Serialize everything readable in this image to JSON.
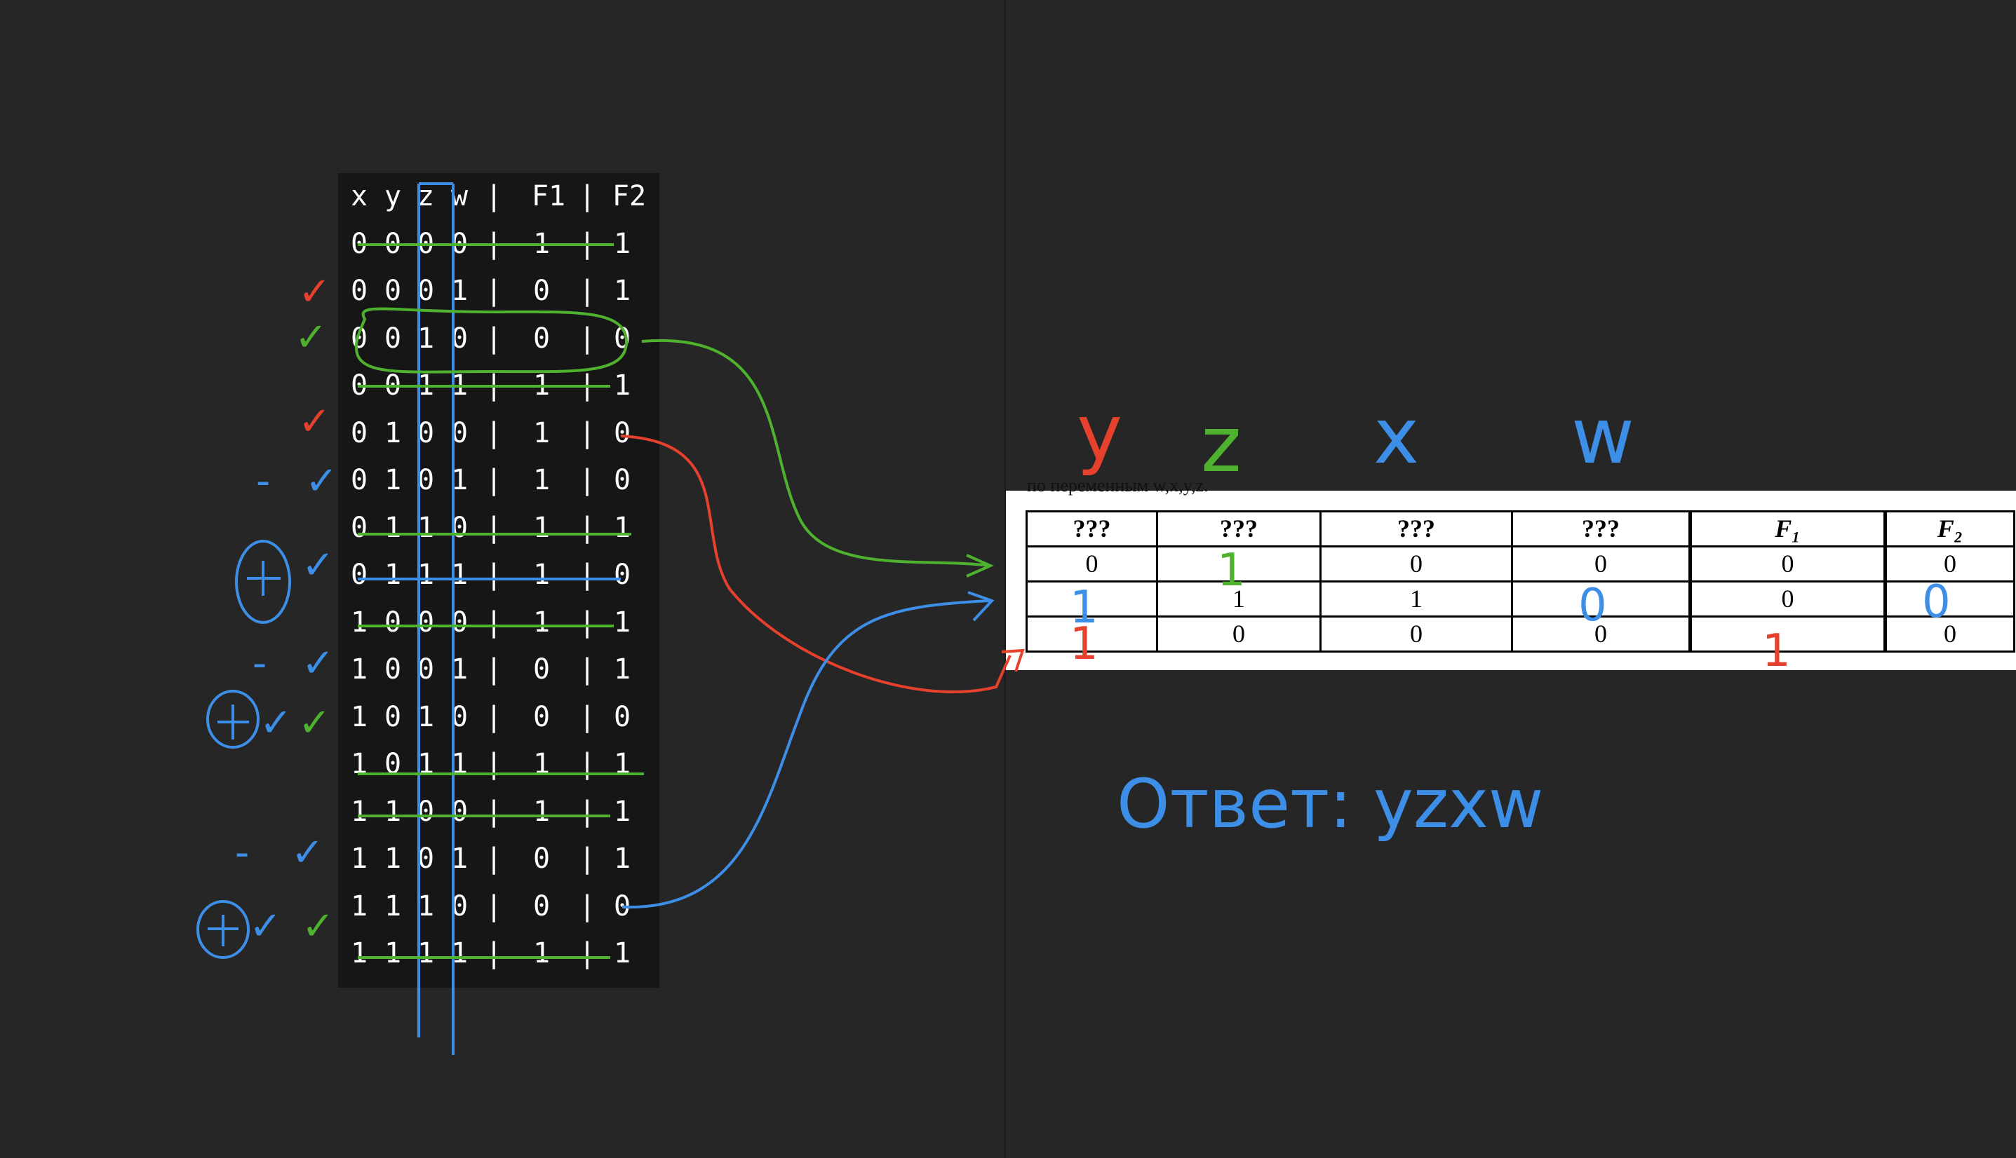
{
  "colors": {
    "background": "#262627",
    "ink_red": "#e5412c",
    "ink_green": "#4fb22f",
    "ink_blue": "#3d8ee6"
  },
  "truth_table": {
    "header": [
      "x",
      "y",
      "z",
      "w",
      "|",
      "F1",
      "|",
      "F2"
    ],
    "rows": [
      [
        "0",
        "0",
        "0",
        "0",
        "1",
        "1"
      ],
      [
        "0",
        "0",
        "0",
        "1",
        "0",
        "1"
      ],
      [
        "0",
        "0",
        "1",
        "0",
        "0",
        "0"
      ],
      [
        "0",
        "0",
        "1",
        "1",
        "1",
        "1"
      ],
      [
        "0",
        "1",
        "0",
        "0",
        "1",
        "0"
      ],
      [
        "0",
        "1",
        "0",
        "1",
        "1",
        "0"
      ],
      [
        "0",
        "1",
        "1",
        "0",
        "1",
        "1"
      ],
      [
        "0",
        "1",
        "1",
        "1",
        "1",
        "0"
      ],
      [
        "1",
        "0",
        "0",
        "0",
        "1",
        "1"
      ],
      [
        "1",
        "0",
        "0",
        "1",
        "0",
        "1"
      ],
      [
        "1",
        "0",
        "1",
        "0",
        "0",
        "0"
      ],
      [
        "1",
        "0",
        "1",
        "1",
        "1",
        "1"
      ],
      [
        "1",
        "1",
        "0",
        "0",
        "1",
        "1"
      ],
      [
        "1",
        "1",
        "0",
        "1",
        "0",
        "1"
      ],
      [
        "1",
        "1",
        "1",
        "0",
        "0",
        "0"
      ],
      [
        "1",
        "1",
        "1",
        "1",
        "1",
        "1"
      ]
    ]
  },
  "result_table": {
    "caption": "по переменным w,x,y,z.",
    "headers": [
      "???",
      "???",
      "???",
      "???",
      "F₁",
      "F₂"
    ],
    "rows": [
      [
        "0",
        "",
        "0",
        "0",
        "0",
        "0"
      ],
      [
        "",
        "1",
        "1",
        "",
        "0",
        ""
      ],
      [
        "",
        "0",
        "0",
        "0",
        "",
        "0"
      ]
    ]
  },
  "handwriting": {
    "column_labels": [
      "y",
      "z",
      "x",
      "w"
    ],
    "filled_values": {
      "row1_col2": "1",
      "row2_col1": "1",
      "row2_col4": "0",
      "row2_col6": "0",
      "row3_col1": "1",
      "row3_col5": "1"
    },
    "answer": "Ответ: yzxw",
    "row_marks": [
      {
        "row": 1,
        "marks": "✓"
      },
      {
        "row": 2,
        "marks": "✓"
      },
      {
        "row": 4,
        "marks": "✓"
      },
      {
        "row": 5,
        "marks": "- ✓"
      },
      {
        "row": 7,
        "marks": "⊕ ✓"
      },
      {
        "row": 9,
        "marks": "- ✓"
      },
      {
        "row": 10,
        "marks": "⊕ ✓ ✓"
      },
      {
        "row": 13,
        "marks": "- ✓"
      },
      {
        "row": 14,
        "marks": "⊕ ✓ ✓"
      }
    ]
  }
}
